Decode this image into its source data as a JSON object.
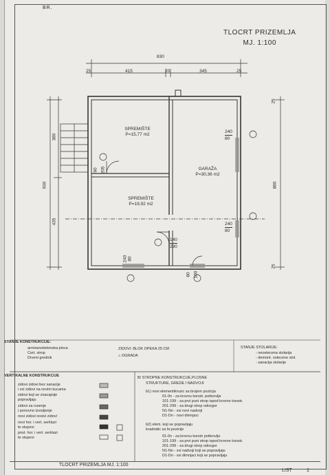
{
  "sheet": {
    "br_label": "BR.",
    "title_line1": "TLOCRT PRIZEMLJA",
    "title_line2": "MJ. 1:100"
  },
  "dimensions": {
    "total_width": "830",
    "top_segments": [
      "25",
      "415",
      "20",
      "345",
      "25"
    ],
    "left_upper": "380",
    "left_lower": "435",
    "left_total": "930",
    "right_total": "880",
    "right_top": "25",
    "right_bottom": "25"
  },
  "rooms": [
    {
      "name": "SPREMIŠTE",
      "area": "P=15,77 m2"
    },
    {
      "name": "SPREMIŠTE",
      "area": "P=19,92 m2"
    },
    {
      "name": "GARAŽA",
      "area": "P=30,36 m2"
    }
  ],
  "openings": {
    "win_right_top": [
      "240",
      "80"
    ],
    "win_right_bottom": [
      "240",
      "80"
    ],
    "door_interior": [
      "90",
      "205"
    ],
    "door_garage": [
      "140",
      "290"
    ],
    "win_bottom_left": [
      "240",
      "80"
    ],
    "win_bottom_right": [
      "80",
      "100"
    ]
  },
  "legend_left": {
    "header": "STANJE KONSTRUKCIJE:",
    "items": [
      "armiranobetonska ploca",
      "Cert. strop",
      "Drveni grednik"
    ]
  },
  "legend_mid": {
    "walls": "ZIDOVI: BLOK OPEKA 25 CM",
    "ograda": "OGRADA"
  },
  "legend_right": {
    "header": "STANJE STOLARIJE:",
    "items": [
      "- neostecena stolarija",
      "- demont. ostecene stol.",
      "- sanacija stolarije"
    ]
  },
  "vertical": {
    "header": "VERTIKALNE KONSTRUKCIJE",
    "items": [
      "zidovi zidovi bez sanacije",
      "i svi zidovi na novim kucama",
      "zidovi koji se znacajnije",
      "popravljaju",
      "zidovi za rusenje",
      "i ponovno izvodjenje",
      "novi zidovi nosivi zidovi",
      "novi hor. i vert. serklazi",
      "te stupovi",
      "post. hor. i vert. serklazi",
      "te stupovi"
    ]
  },
  "horizontal": {
    "header": "B/ STROPNE KONSTRUKCIJE,PLOSNE",
    "header2": "STRUKTURE, GREDE I NADVOJI",
    "items": [
      "b1) novi elementikruzic sa brojem pozicija",
      "01-0n - za krovnu konstr. potkrovlje",
      "101-199 - za prvi puni strop ispod krovne konstr.",
      "201-299 - za drugi strop odozgor",
      "N1-Nn - svi novi nadvoji",
      "D1-Dn - novi dimnjaci",
      "b2) elem. koji se popravljaju",
      "kvadratic sa br.pozicije",
      "01-0n - za krovnu konstr potkrovlje",
      "101-199 - za prvi puni strop ispod krovne konstr.",
      "201-299 - za drugi strop odozgor",
      "N1-Nn - svi nadvoji koji se popravljaju",
      "D1-Dn - svi dimnjaci koji se popravljaju"
    ]
  },
  "footer": {
    "title": "TLOCRT PRIZEMLJA  MJ. 1:100",
    "list": "LIST",
    "num": "1"
  }
}
